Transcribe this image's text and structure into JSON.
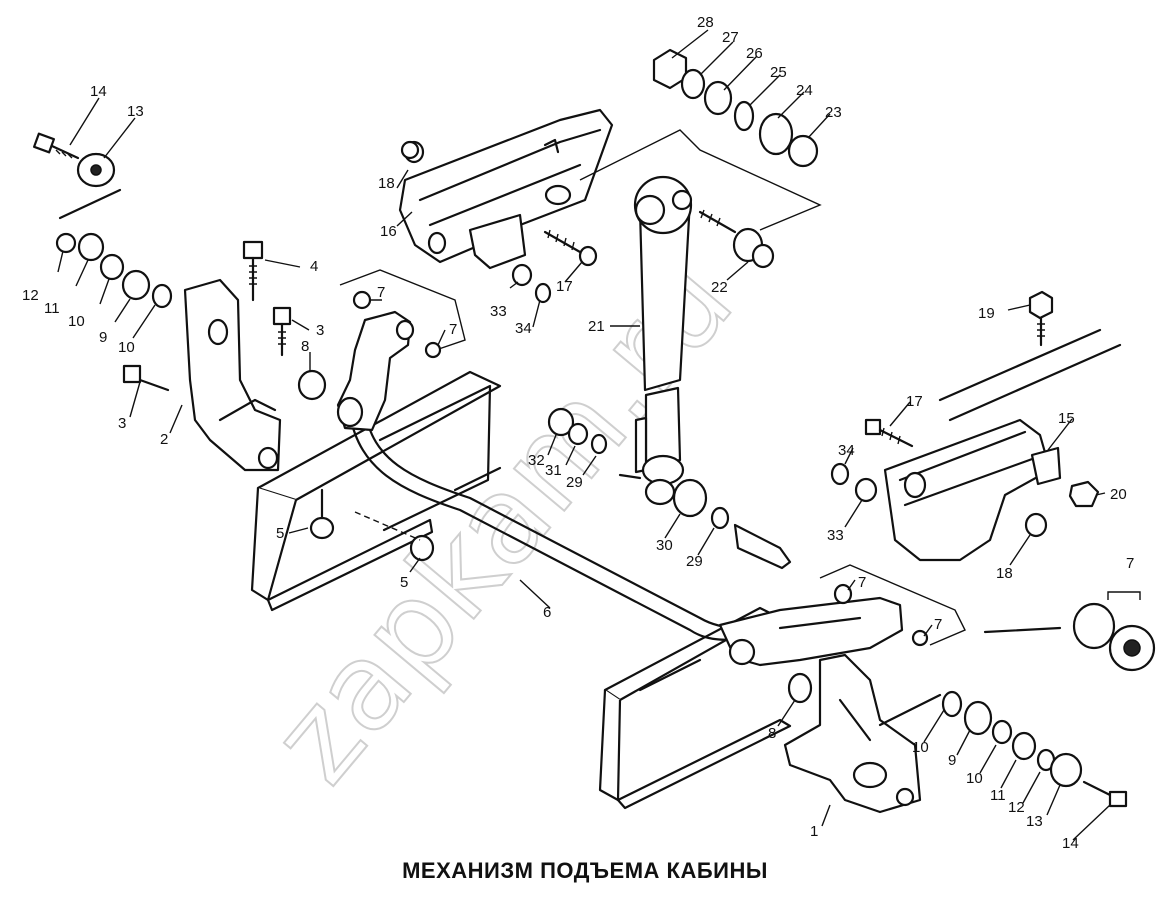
{
  "title": "МЕХАНИЗМ ПОДЪЕМА КАБИНЫ",
  "watermark": "zapkam.ru",
  "callouts": [
    {
      "id": "c14a",
      "text": "14"
    },
    {
      "id": "c13a",
      "text": "13"
    },
    {
      "id": "c12a",
      "text": "12"
    },
    {
      "id": "c11a",
      "text": "11"
    },
    {
      "id": "c10a",
      "text": "10"
    },
    {
      "id": "c9a",
      "text": "9"
    },
    {
      "id": "c10b",
      "text": "10"
    },
    {
      "id": "c4",
      "text": "4"
    },
    {
      "id": "c3a",
      "text": "3"
    },
    {
      "id": "c3b",
      "text": "3"
    },
    {
      "id": "c8a",
      "text": "8"
    },
    {
      "id": "c2",
      "text": "2"
    },
    {
      "id": "c7a",
      "text": "7"
    },
    {
      "id": "c7b",
      "text": "7"
    },
    {
      "id": "c5a",
      "text": "5"
    },
    {
      "id": "c5b",
      "text": "5"
    },
    {
      "id": "c6",
      "text": "6"
    },
    {
      "id": "c18a",
      "text": "18"
    },
    {
      "id": "c16",
      "text": "16"
    },
    {
      "id": "c33a",
      "text": "33"
    },
    {
      "id": "c17a",
      "text": "17"
    },
    {
      "id": "c34a",
      "text": "34"
    },
    {
      "id": "c28",
      "text": "28"
    },
    {
      "id": "c27",
      "text": "27"
    },
    {
      "id": "c26",
      "text": "26"
    },
    {
      "id": "c25",
      "text": "25"
    },
    {
      "id": "c24",
      "text": "24"
    },
    {
      "id": "c23",
      "text": "23"
    },
    {
      "id": "c22",
      "text": "22"
    },
    {
      "id": "c21",
      "text": "21"
    },
    {
      "id": "c32",
      "text": "32"
    },
    {
      "id": "c31",
      "text": "31"
    },
    {
      "id": "c29a",
      "text": "29"
    },
    {
      "id": "c30",
      "text": "30"
    },
    {
      "id": "c29b",
      "text": "29"
    },
    {
      "id": "c19",
      "text": "19"
    },
    {
      "id": "c17b",
      "text": "17"
    },
    {
      "id": "c15",
      "text": "15"
    },
    {
      "id": "c34b",
      "text": "34"
    },
    {
      "id": "c33b",
      "text": "33"
    },
    {
      "id": "c20",
      "text": "20"
    },
    {
      "id": "c18b",
      "text": "18"
    },
    {
      "id": "c7c",
      "text": "7"
    },
    {
      "id": "c7d",
      "text": "7"
    },
    {
      "id": "c7e",
      "text": "7"
    },
    {
      "id": "c8b",
      "text": "8"
    },
    {
      "id": "c1",
      "text": "1"
    },
    {
      "id": "c10c",
      "text": "10"
    },
    {
      "id": "c9b",
      "text": "9"
    },
    {
      "id": "c10d",
      "text": "10"
    },
    {
      "id": "c11b",
      "text": "11"
    },
    {
      "id": "c12b",
      "text": "12"
    },
    {
      "id": "c13b",
      "text": "13"
    },
    {
      "id": "c14b",
      "text": "14"
    }
  ]
}
